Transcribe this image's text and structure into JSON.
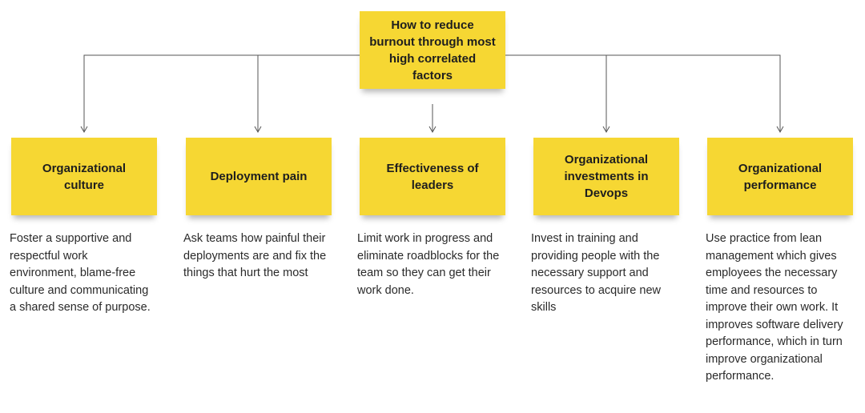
{
  "root": {
    "title": "How to reduce burnout through most high correlated factors"
  },
  "factors": [
    {
      "title": "Organizational culture",
      "description": "Foster a supportive and respectful work environment, blame-free culture and communicating a shared sense of purpose."
    },
    {
      "title": "Deployment pain",
      "description": "Ask teams how painful their deployments are and fix the things that hurt the most"
    },
    {
      "title": "Effectiveness of leaders",
      "description": "Limit work in progress and eliminate roadblocks for the team so they can get their work done."
    },
    {
      "title": "Organizational investments in Devops",
      "description": "Invest in training and providing people with the necessary support and resources to acquire new skills"
    },
    {
      "title": "Organizational performance",
      "description": "Use practice from lean management which gives employees the necessary time and resources to improve their own work. It improves software delivery performance, which in turn improve organizational performance."
    }
  ],
  "colors": {
    "sticky": "#f6d733",
    "connector": "#555555"
  }
}
